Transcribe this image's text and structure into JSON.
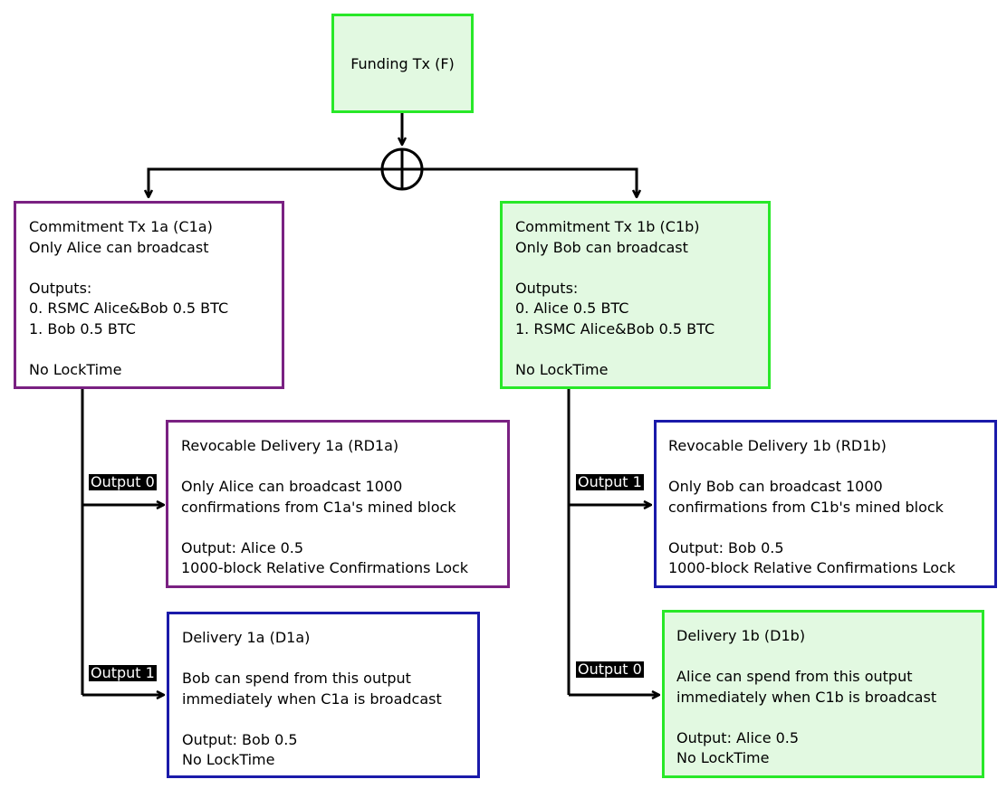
{
  "colors": {
    "green_fill": "#e2f9e1",
    "green_border": "#28e828",
    "purple_border": "#7a2182",
    "blue_border": "#1a1aaa"
  },
  "funding": {
    "lines": [
      "Funding Tx (F)"
    ]
  },
  "c1a": {
    "lines": [
      "Commitment Tx 1a (C1a)",
      "Only Alice can broadcast",
      "",
      "Outputs:",
      "0. RSMC Alice&Bob 0.5 BTC",
      "1. Bob 0.5 BTC",
      "",
      "No LockTime"
    ]
  },
  "c1b": {
    "lines": [
      "Commitment Tx 1b (C1b)",
      "Only Bob can broadcast",
      "",
      "Outputs:",
      "0. Alice 0.5 BTC",
      "1. RSMC Alice&Bob 0.5 BTC",
      "",
      "No LockTime"
    ]
  },
  "rd1a": {
    "lines": [
      "Revocable Delivery 1a (RD1a)",
      "",
      "Only Alice can broadcast 1000",
      "confirmations from C1a's mined block",
      "",
      "Output: Alice 0.5",
      "1000-block Relative Confirmations Lock"
    ]
  },
  "rd1b": {
    "lines": [
      "Revocable Delivery 1b (RD1b)",
      "",
      "Only Bob can broadcast 1000",
      "confirmations from C1b's mined block",
      "",
      "Output: Bob 0.5",
      "1000-block Relative Confirmations Lock"
    ]
  },
  "d1a": {
    "lines": [
      "Delivery 1a (D1a)",
      "",
      "Bob can spend from this output",
      "immediately when C1a is broadcast",
      "",
      "Output: Bob 0.5",
      "No LockTime"
    ]
  },
  "d1b": {
    "lines": [
      "Delivery 1b (D1b)",
      "",
      "Alice can spend from this output",
      "immediately when C1b is broadcast",
      "",
      "Output: Alice 0.5",
      "No LockTime"
    ]
  },
  "tags": {
    "c1a_out0": "Output 0",
    "c1a_out1": "Output 1",
    "c1b_out1": "Output 1",
    "c1b_out0": "Output 0"
  }
}
